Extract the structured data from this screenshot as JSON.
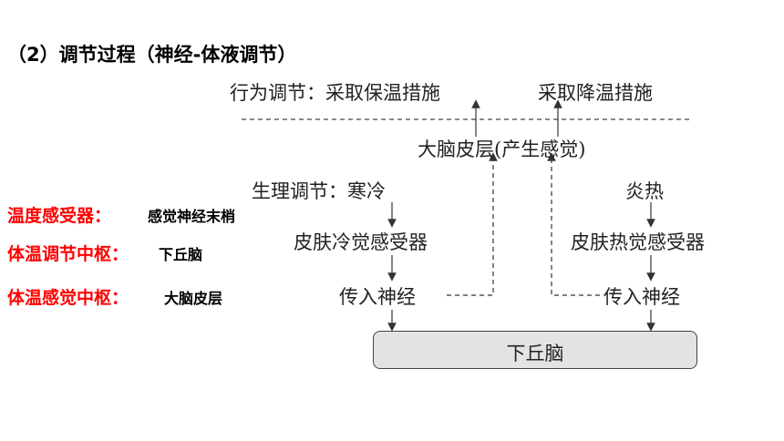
{
  "heading": "（2）调节过程（神经-体液调节）",
  "side_notes": [
    {
      "label": "温度感受器：",
      "value": "感觉神经末梢"
    },
    {
      "label": "体温调节中枢：",
      "value": "下丘脑"
    },
    {
      "label": "体温感觉中枢：",
      "value": "大脑皮层"
    }
  ],
  "diagram": {
    "behavior_label": "行为调节：采取保温措施",
    "cooling_measure": "采取降温措施",
    "cortex": "大脑皮层(产生感觉)",
    "physio_label": "生理调节：寒冷",
    "hot": "炎热",
    "cold_receptor": "皮肤冷觉感受器",
    "heat_receptor": "皮肤热觉感受器",
    "afferent_left": "传入神经",
    "afferent_right": "传入神经",
    "hypothalamus": "下丘脑"
  }
}
